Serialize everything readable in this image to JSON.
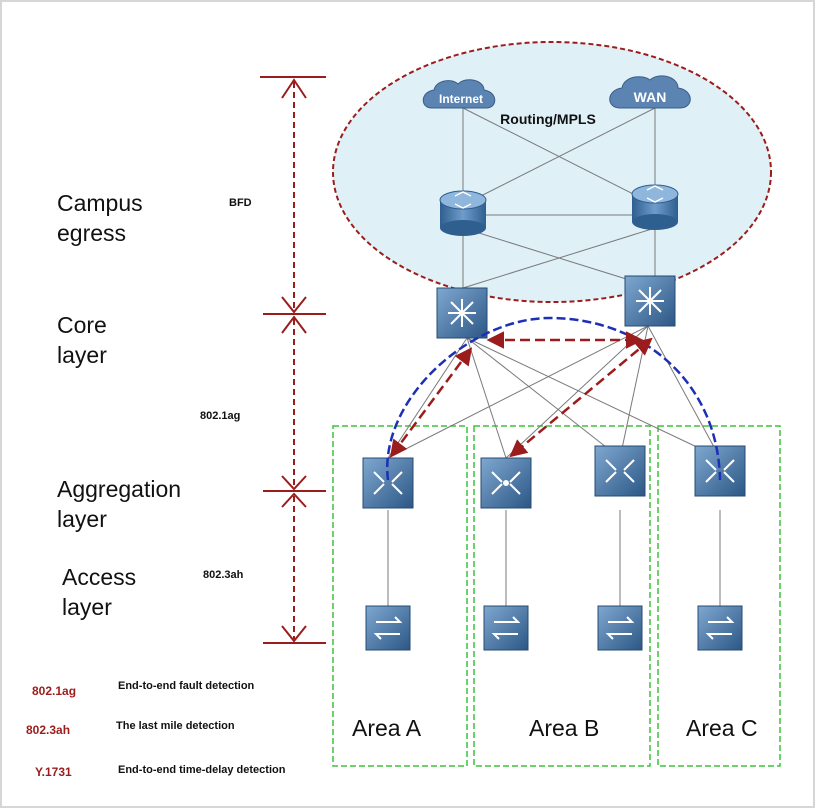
{
  "layers": {
    "campus_egress": [
      "Campus",
      "egress"
    ],
    "core": [
      "Core",
      "layer"
    ],
    "aggregation": [
      "Aggregation",
      "layer"
    ],
    "access": [
      "Access",
      "layer"
    ]
  },
  "protocols": {
    "bfd": "BFD",
    "dot1ag": "802.1ag",
    "dot3ah": "802.3ah"
  },
  "network": {
    "internet": "Internet",
    "wan": "WAN",
    "routing": "Routing/MPLS"
  },
  "areas": [
    "Area A",
    "Area B",
    "Area C"
  ],
  "legend": [
    {
      "code": "802.1ag",
      "desc": "End-to-end fault detection"
    },
    {
      "code": "802.3ah",
      "desc": "The last mile detection"
    },
    {
      "code": "Y.1731",
      "desc": "End-to-end time-delay detection"
    }
  ],
  "colors": {
    "egress_fill": "#dff0f7",
    "egress_border": "#9b1c1c",
    "area_border": "#3cc43c",
    "measure_arrow": "#9b1c1c",
    "bfd_link": "#1c2fb5",
    "device_blue": "#3f6e9e"
  },
  "icons": [
    "cloud-icon",
    "router-icon",
    "core-switch-icon",
    "aggregation-switch-icon",
    "access-switch-icon"
  ]
}
